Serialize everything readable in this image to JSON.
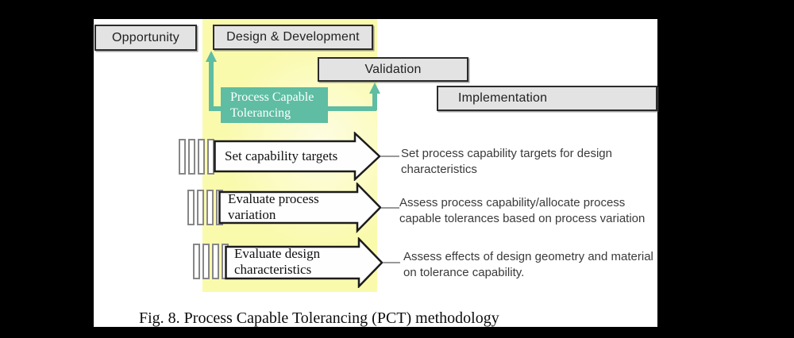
{
  "figure": {
    "caption": "Fig. 8. Process Capable Tolerancing (PCT) methodology"
  },
  "colors": {
    "background": "#000000",
    "page": "#ffffff",
    "highlight_band": "#fafaad",
    "teal_accent": "#5ebda2",
    "stage_box_fill": "#e3e3e3",
    "stage_box_border": "#2b2b2b"
  },
  "stages": [
    {
      "label": "Opportunity"
    },
    {
      "label": "Design & Development"
    },
    {
      "label": "Validation"
    },
    {
      "label": "Implementation"
    }
  ],
  "pct_box": {
    "line1": "Process Capable",
    "line2": "Tolerancing"
  },
  "steps": [
    {
      "label": "Set capability targets",
      "description": "Set process capability targets for design\ncharacteristics"
    },
    {
      "label": "Evaluate process\nvariation",
      "description": "Assess process capability/allocate process\ncapable tolerances based on process variation"
    },
    {
      "label": "Evaluate design\ncharacteristics",
      "description": "Assess effects of design geometry and material\non tolerance capability."
    }
  ]
}
